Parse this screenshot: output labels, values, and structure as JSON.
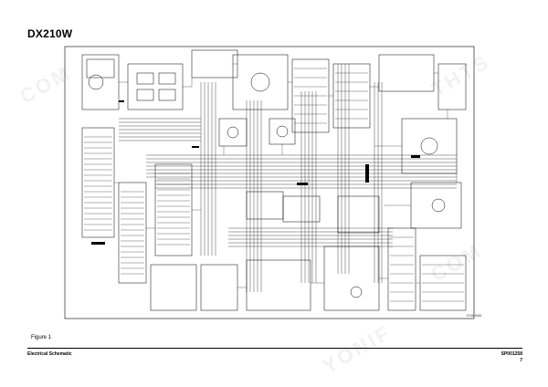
{
  "page": {
    "title": "DX210W",
    "figure_label": "Figure 1",
    "reference_code": "FG009451",
    "footer_left": "Electrical Schematic",
    "footer_right_code": "SP001258",
    "footer_page": "7"
  },
  "colors": {
    "ink": "#000000",
    "background": "#ffffff",
    "watermark": "#000000"
  }
}
